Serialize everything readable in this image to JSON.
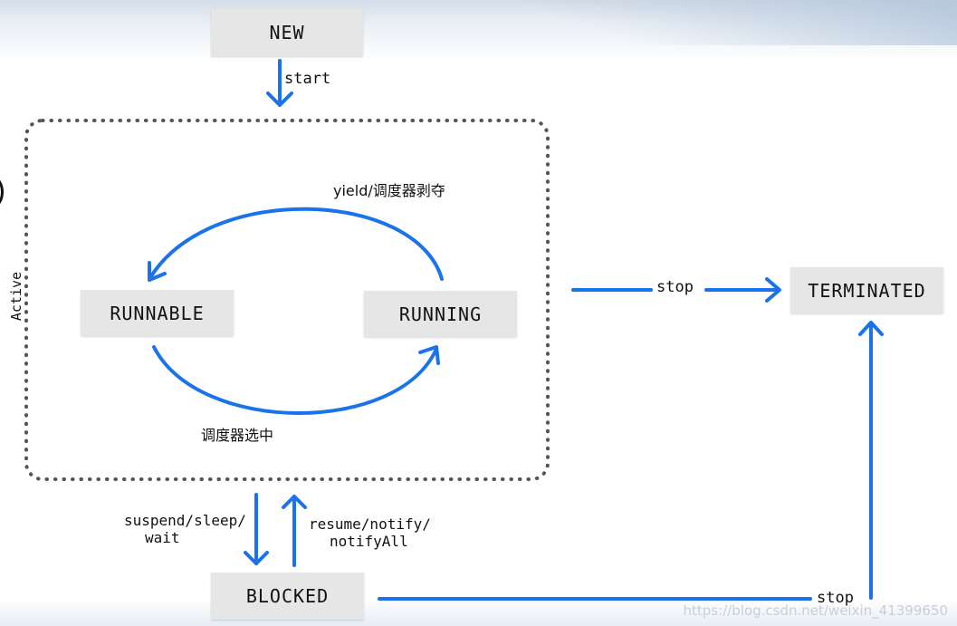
{
  "states": {
    "new": "NEW",
    "runnable": "RUNNABLE",
    "running": "RUNNING",
    "terminated": "TERMINATED",
    "blocked": "BLOCKED"
  },
  "transitions": {
    "start": "start",
    "yield": "yield/调度器剥夺",
    "scheduler_selects": "调度器选中",
    "stop_running": "stop",
    "stop_blocked": "stop",
    "suspend_line1": "suspend/sleep/",
    "suspend_line2": "wait",
    "resume_line1": "resume/notify/",
    "resume_line2": "notifyAll"
  },
  "side_label": "Active",
  "watermark": "https://blog.csdn.net/weixin_41399650",
  "colors": {
    "arrow": "#1a73e8",
    "state_fill": "#e6e6e6",
    "dotted_border": "#555555"
  }
}
